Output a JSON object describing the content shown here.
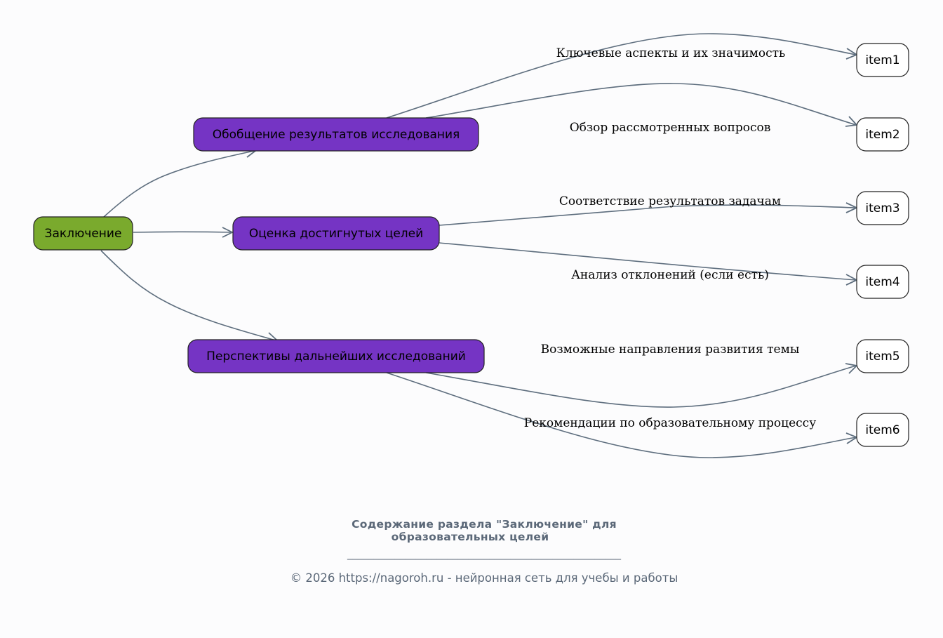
{
  "colors": {
    "root_fill": "#7aaa2d",
    "branch_fill": "#7534c4",
    "leaf_fill": "#ffffff",
    "edge": "#5e6e7e",
    "caption": "#5b6878"
  },
  "diagram": {
    "root": {
      "label": "Заключение"
    },
    "branches": [
      {
        "label": "Обобщение результатов исследования"
      },
      {
        "label": "Оценка достигнутых целей"
      },
      {
        "label": "Перспективы дальнейших исследований"
      }
    ],
    "leaves": [
      {
        "label": "item1",
        "edge_label": "Ключевые аспекты и их значимость"
      },
      {
        "label": "item2",
        "edge_label": "Обзор рассмотренных вопросов"
      },
      {
        "label": "item3",
        "edge_label": "Соответствие результатов задачам"
      },
      {
        "label": "item4",
        "edge_label": "Анализ отклонений (если есть)"
      },
      {
        "label": "item5",
        "edge_label": "Возможные направления развития темы"
      },
      {
        "label": "item6",
        "edge_label": "Рекомендации по образовательному процессу"
      }
    ]
  },
  "caption": {
    "title_line1": "Содержание раздела \"Заключение\" для",
    "title_line2": "образовательных целей",
    "separator": "____________________________________________________",
    "footer": "© 2026 https://nagoroh.ru - нейронная сеть для учебы и работы"
  }
}
